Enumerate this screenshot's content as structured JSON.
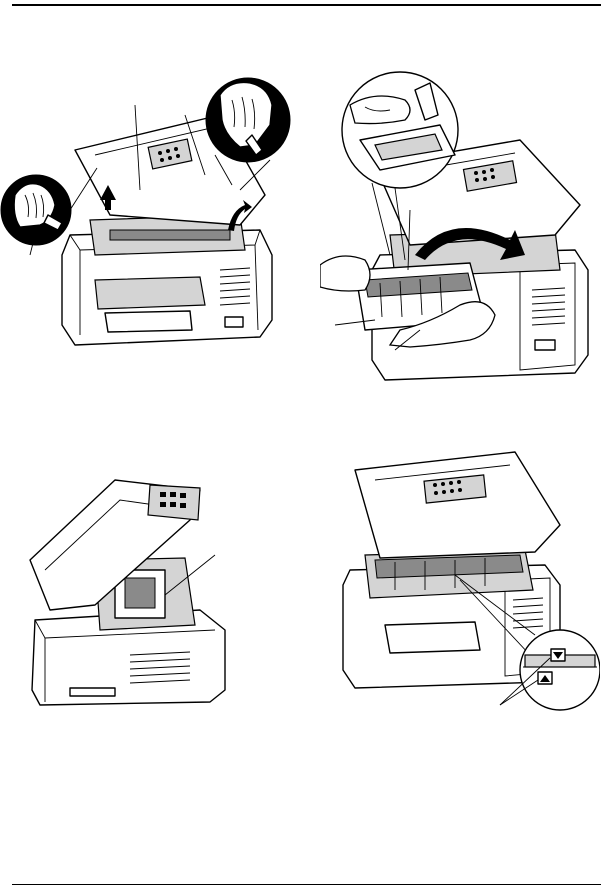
{
  "page": {
    "figures": [
      {
        "id": "fig-1",
        "name": "open-cover-remove-drum-step"
      },
      {
        "id": "fig-2",
        "name": "lift-drum-toner-unit-step"
      },
      {
        "id": "fig-3",
        "name": "side-view-open-unit-step"
      },
      {
        "id": "fig-4",
        "name": "triangle-alignment-step"
      }
    ],
    "colors": {
      "ink": "#000000",
      "paper": "#ffffff",
      "shade": "#d4d4d4"
    }
  }
}
